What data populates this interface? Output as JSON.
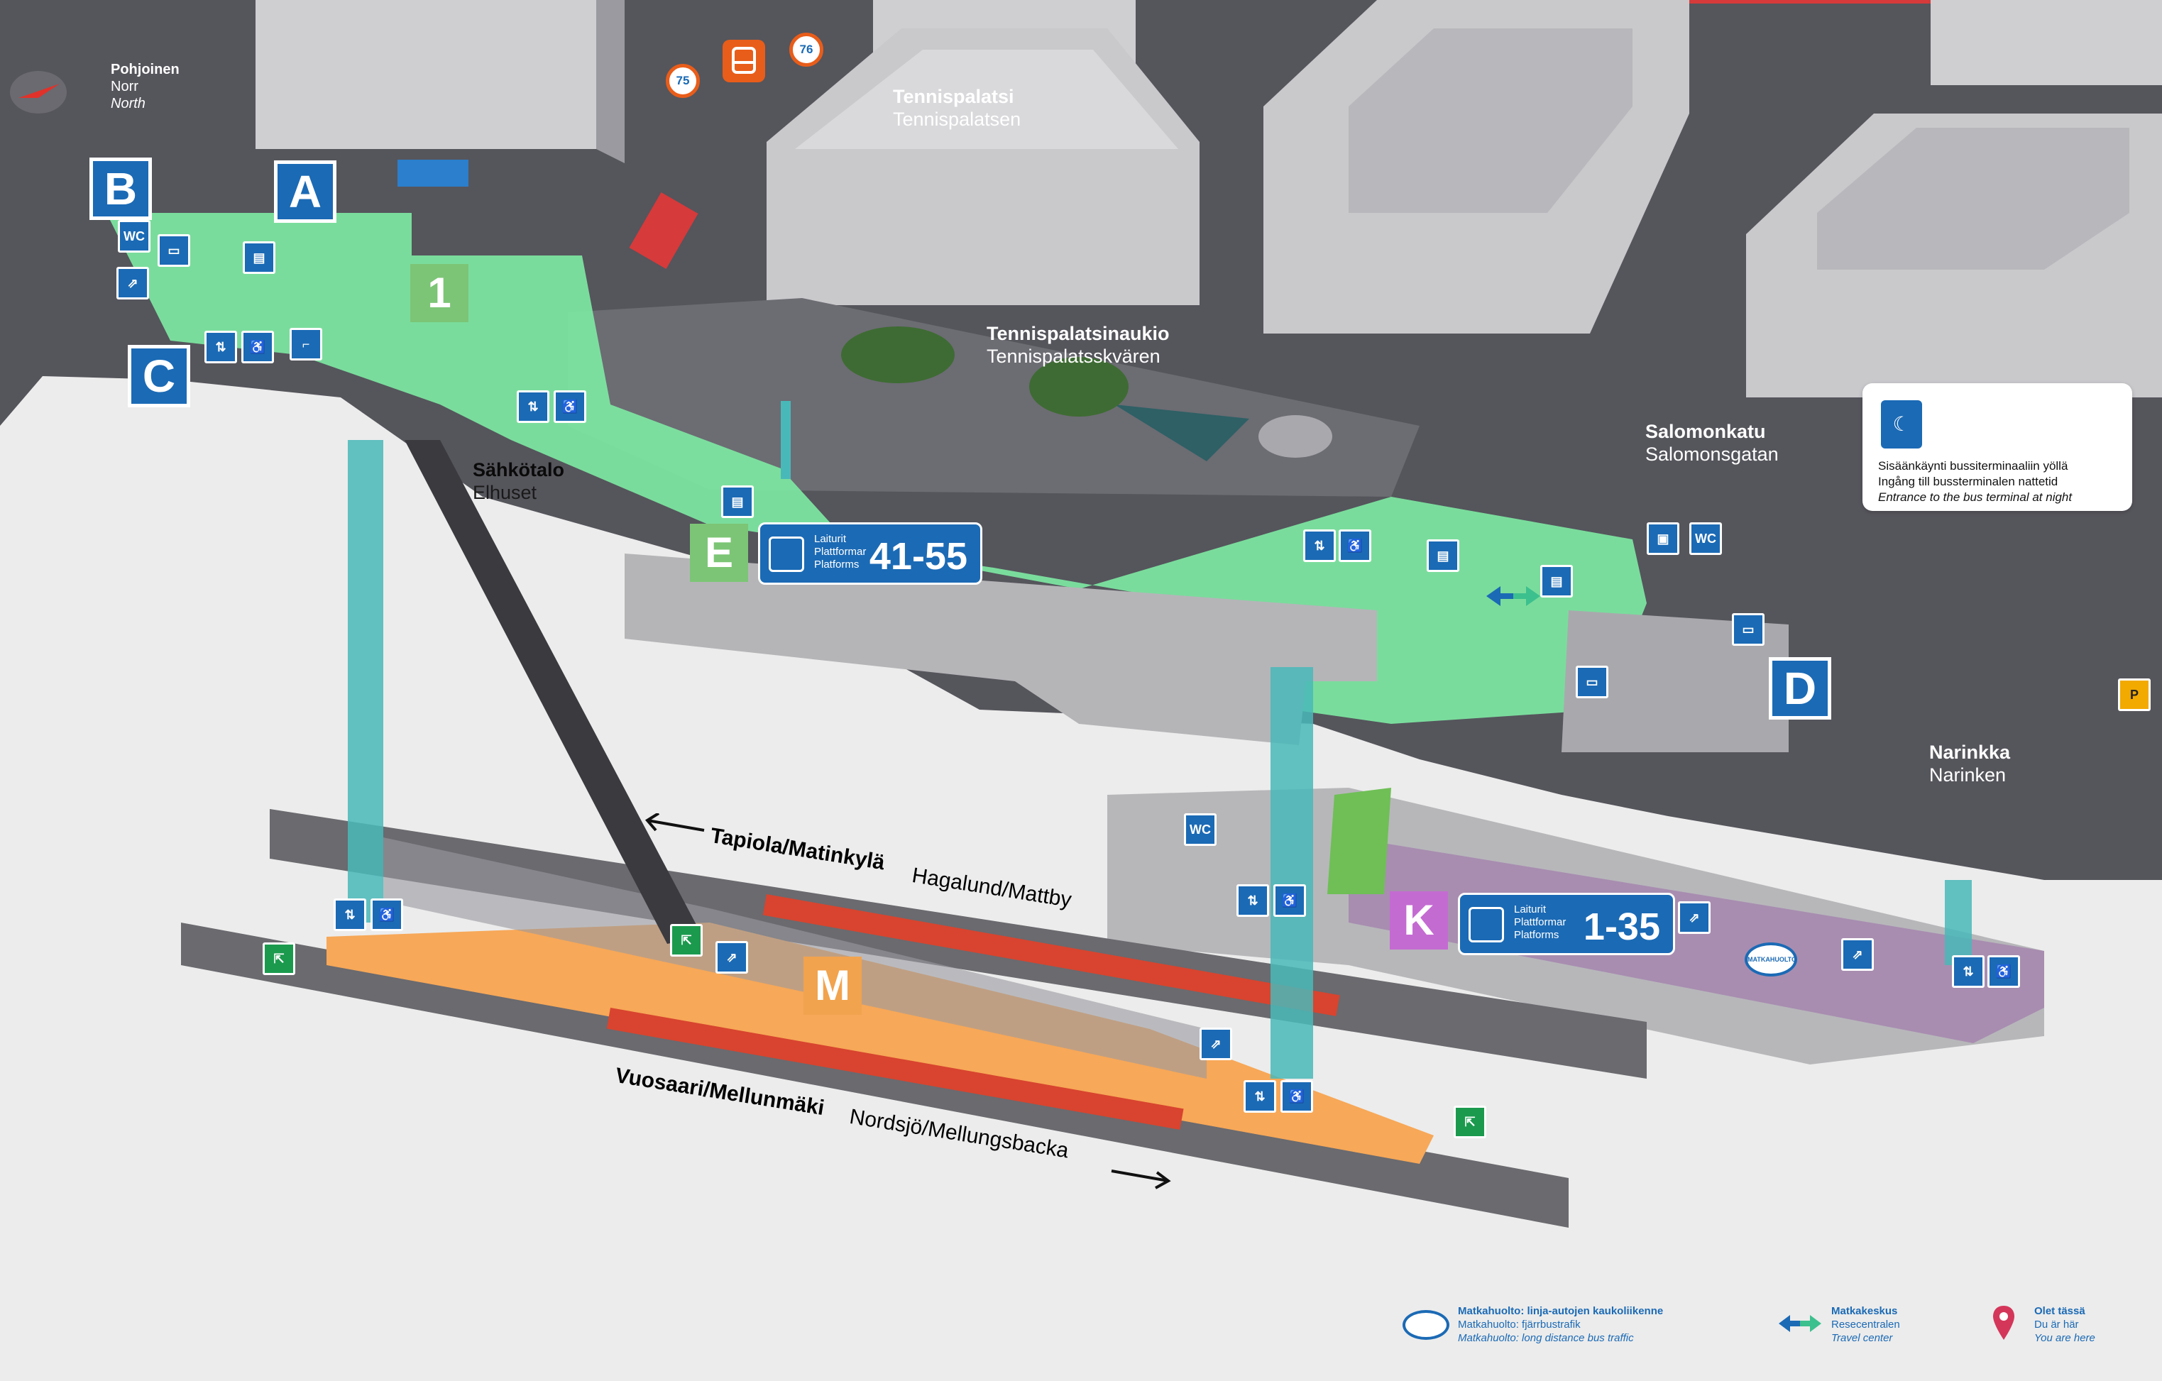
{
  "compass": {
    "fi": "Pohjoinen",
    "sv": "Norr",
    "en": "North"
  },
  "bus_routes": [
    "75",
    "76"
  ],
  "entrances": {
    "A": "A",
    "B": "B",
    "C": "C",
    "D": "D",
    "E": "E",
    "K": "K",
    "M": "M",
    "one": "1"
  },
  "places": {
    "tennispalatsi": {
      "fi": "Tennispalatsi",
      "sv": "Tennispalatsen"
    },
    "aukio": {
      "fi": "Tennispalatsinaukio",
      "sv": "Tennispalatsskvären"
    },
    "sahkotalo": {
      "fi": "Sähkötalo",
      "sv": "Elhuset"
    },
    "salomonkatu": {
      "fi": "Salomonkatu",
      "sv": "Salomonsgatan"
    },
    "narinkka": {
      "fi": "Narinkka",
      "sv": "Narinken"
    }
  },
  "platforms_e": {
    "l1": "Laiturit",
    "l2": "Plattformar",
    "l3": "Platforms",
    "range": "41-55"
  },
  "platforms_k": {
    "l1": "Laiturit",
    "l2": "Plattformar",
    "l3": "Platforms",
    "range": "1-35"
  },
  "metro": {
    "west_fi": "Tapiola/Matinkylä",
    "west_sv": "Hagalund/Mattby",
    "east_fi": "Vuosaari/Mellunmäki",
    "east_sv": "Nordsjö/Mellungsbacka"
  },
  "night_note": {
    "fi": "Sisäänkäynti bussiterminaaliin yöllä",
    "sv": "Ingång till bussterminalen nattetid",
    "en": "Entrance to the bus terminal at night"
  },
  "matkahuolto_sign": "MATKAHUOLTO",
  "icon_texts": {
    "wc": "WC",
    "parking": "P"
  },
  "legend": {
    "matkahuolto": {
      "fi": "Matkahuolto: linja-autojen kaukoliikenne",
      "sv": "Matkahuolto: fjärrbustrafik",
      "en": "Matkahuolto: long distance bus traffic"
    },
    "matkakeskus": {
      "fi": "Matkakeskus",
      "sv": "Resecentralen",
      "en": "Travel center"
    },
    "here": {
      "fi": "Olet tässä",
      "sv": "Du är här",
      "en": "You are here"
    }
  },
  "colors": {
    "concourse_green": "#7ee8a2",
    "platform_purple": "#c884d4",
    "metro_orange": "#f7a858",
    "sign_blue": "#1b6ab5",
    "entrance_green": "#7cc576",
    "elevator_teal": "#49b8b8",
    "bus_orange": "#e85d1a",
    "here_pin": "#d4365a"
  }
}
